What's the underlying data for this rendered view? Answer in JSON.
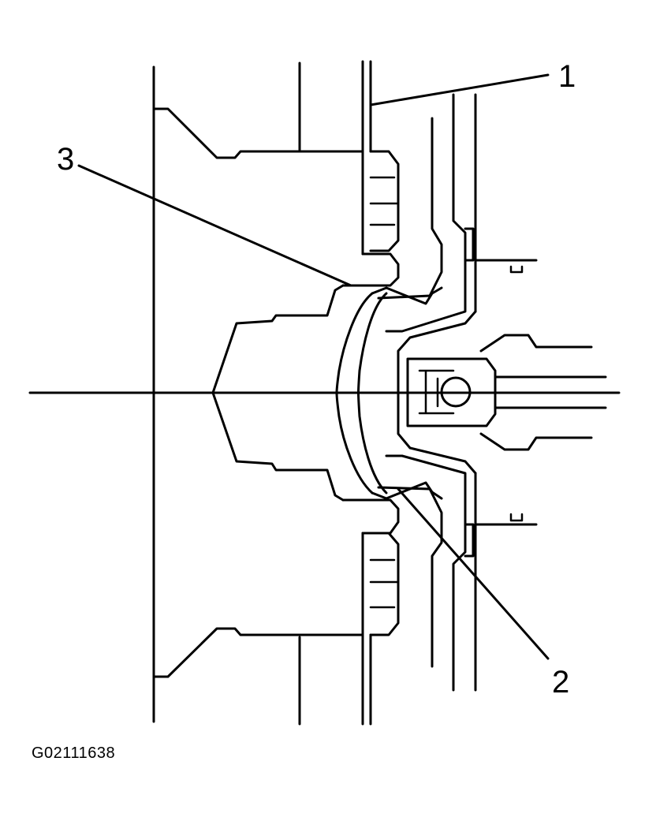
{
  "callouts": [
    {
      "label": "1"
    },
    {
      "label": "2"
    },
    {
      "label": "3"
    }
  ],
  "figure_id": "G02111638"
}
